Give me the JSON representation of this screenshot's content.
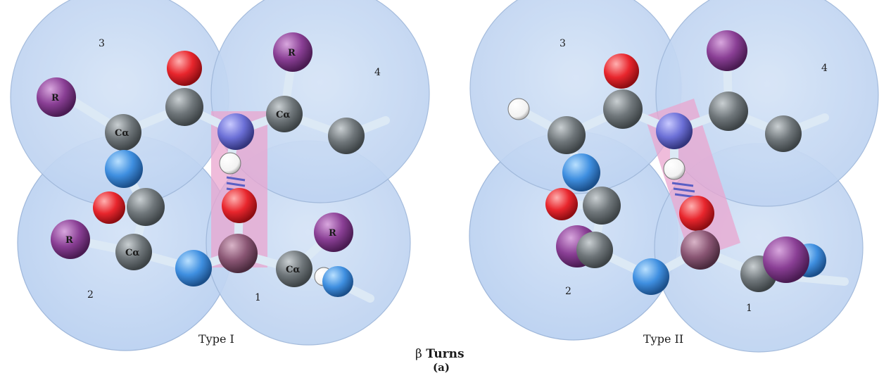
{
  "diagram": {
    "title_symbol": "β",
    "title_word": "Turns",
    "panel_label": "(a)",
    "colors": {
      "sphere_fill": "#c7d9f4",
      "sphere_stroke": "#9fb7da",
      "carbon": "#6f767a",
      "oxygen": "#e8262d",
      "nitrogen": "#3f8fe0",
      "amide_nitrogen": "#6b6fd6",
      "hydrogen": "#ffffff",
      "r_group": "#8a3f95",
      "hbond_carbon": "#8a5674",
      "bond": "#dce9f5",
      "hbond_box": "#e9a5cf"
    },
    "typeI": {
      "label": "Type I",
      "residue_numbers": [
        "3",
        "4",
        "2",
        "1"
      ],
      "r_labels": [
        "R",
        "R",
        "R",
        "R"
      ],
      "calpha_labels": [
        "Cα",
        "Cα",
        "Cα",
        "Cα"
      ]
    },
    "typeII": {
      "label": "Type II",
      "residue_numbers": [
        "3",
        "4",
        "2",
        "1"
      ]
    }
  }
}
